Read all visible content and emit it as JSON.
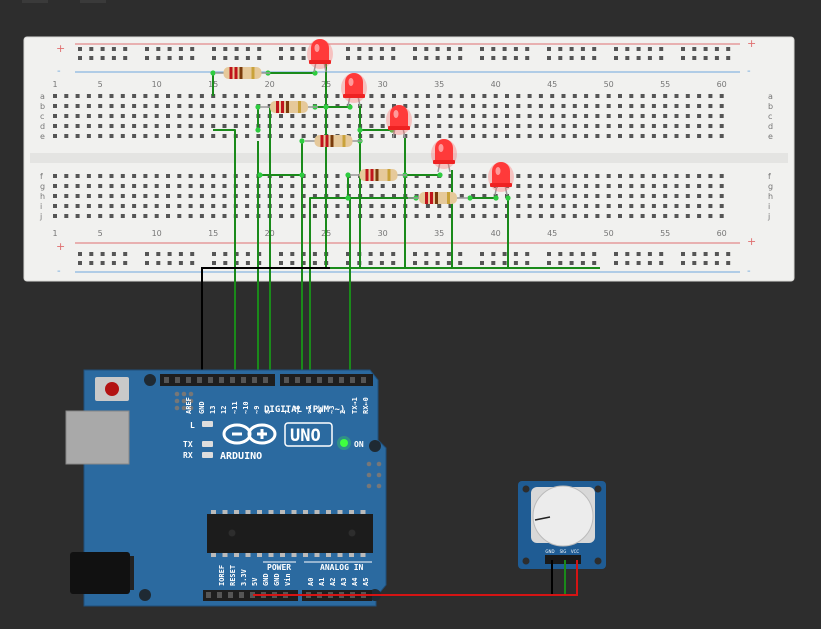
{
  "colors": {
    "background": "#2d2d2d",
    "breadboard": "#f1f1ef",
    "arduino_blue": "#2b6aa0",
    "wire_green": "#1a8a1a",
    "wire_black": "#000000",
    "wire_red": "#d41414",
    "led_red": "#ff3a3a"
  },
  "breadboard": {
    "plus_label": "+",
    "minus_label": "-",
    "column_numbers": [
      "1",
      "5",
      "10",
      "15",
      "20",
      "25",
      "30",
      "35",
      "40",
      "45",
      "50",
      "55",
      "60"
    ],
    "row_letters_top": [
      "a",
      "b",
      "c",
      "d",
      "e"
    ],
    "row_letters_bottom": [
      "f",
      "g",
      "h",
      "i",
      "j"
    ]
  },
  "arduino": {
    "brand": "ARDUINO",
    "model": "UNO",
    "digital_header": "DIGITAL (PWM ~)",
    "pin_labels_top": [
      "AREF",
      "GND",
      "13",
      "12",
      "~11",
      "~10",
      "~9",
      "8",
      "7",
      "~6",
      "~5",
      "4",
      "~3",
      "2",
      "TX→1",
      "RX←0"
    ],
    "led_l": "L",
    "led_tx": "TX",
    "led_rx": "RX",
    "on_label": "ON",
    "power_header": "POWER",
    "analog_header": "ANALOG IN",
    "pin_labels_bottom": [
      "IOREF",
      "RESET",
      "3.3V",
      "5V",
      "GND",
      "GND",
      "Vin",
      "A0",
      "A1",
      "A2",
      "A3",
      "A4",
      "A5"
    ]
  },
  "potentiometer": {
    "pin_labels": [
      "GND",
      "SIG",
      "VCC"
    ]
  }
}
